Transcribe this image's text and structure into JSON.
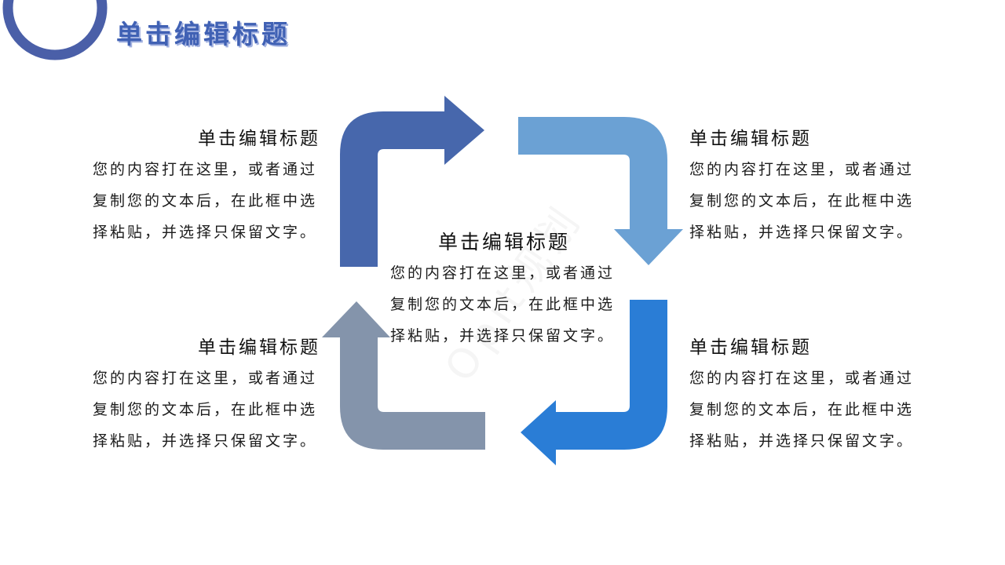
{
  "header": {
    "title": "单击编辑标题"
  },
  "watermark": "Opit规划",
  "blocks": [
    {
      "position": "top-left",
      "title": "单击编辑标题",
      "body": "您的内容打在这里，或者通过复制您的文本后，在此框中选择粘贴，并选择只保留文字。"
    },
    {
      "position": "top-right",
      "title": "单击编辑标题",
      "body": "您的内容打在这里，或者通过复制您的文本后，在此框中选择粘贴，并选择只保留文字。"
    },
    {
      "position": "center",
      "title": "单击编辑标题",
      "body": "您的内容打在这里，或者通过复制您的文本后，在此框中选择粘贴，并选择只保留文字。"
    },
    {
      "position": "bottom-left",
      "title": "单击编辑标题",
      "body": "您的内容打在这里，或者通过复制您的文本后，在此框中选择粘贴，并选择只保留文字。"
    },
    {
      "position": "bottom-right",
      "title": "单击编辑标题",
      "body": "您的内容打在这里，或者通过复制您的文本后，在此框中选择粘贴，并选择只保留文字。"
    }
  ],
  "colors": {
    "arrow_top_left": "#4767ac",
    "arrow_top_right": "#6ba1d4",
    "arrow_bottom_right": "#2a7dd6",
    "arrow_bottom_left": "#8494ab",
    "ring": "#4a5fa8",
    "header_title": "#4061b4"
  }
}
